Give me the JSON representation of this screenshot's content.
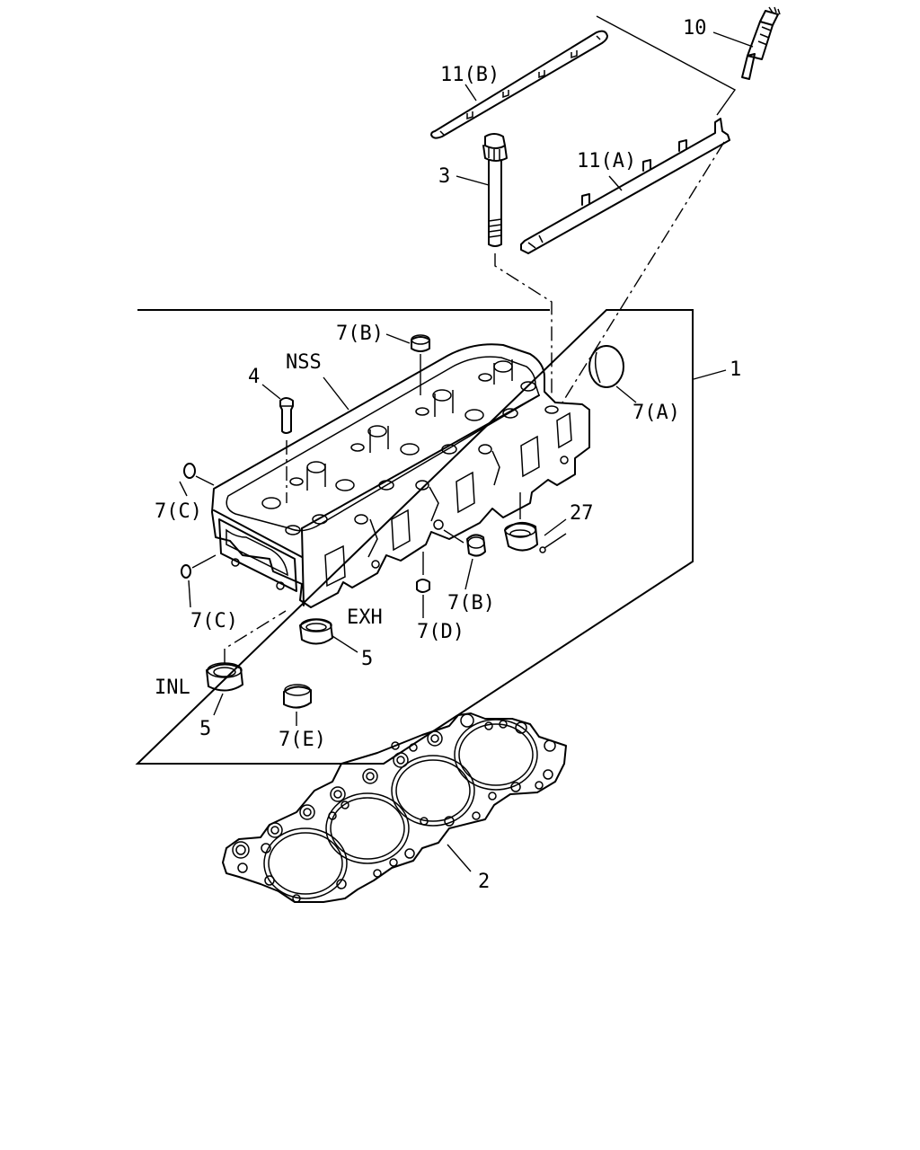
{
  "labels": {
    "p10": "10",
    "p11b": "11(B)",
    "p11a": "11(A)",
    "p3": "3",
    "p7b_top": "7(B)",
    "nss": "NSS",
    "p4": "4",
    "p1": "1",
    "p7a": "7(A)",
    "p7c_top": "7(C)",
    "p27": "27",
    "p7c_bot": "7(C)",
    "exh": "EXH",
    "p7b_bot": "7(B)",
    "p7d": "7(D)",
    "p5_right": "5",
    "inl": "INL",
    "p5_left": "5",
    "p7e": "7(E)",
    "p2": "2"
  }
}
